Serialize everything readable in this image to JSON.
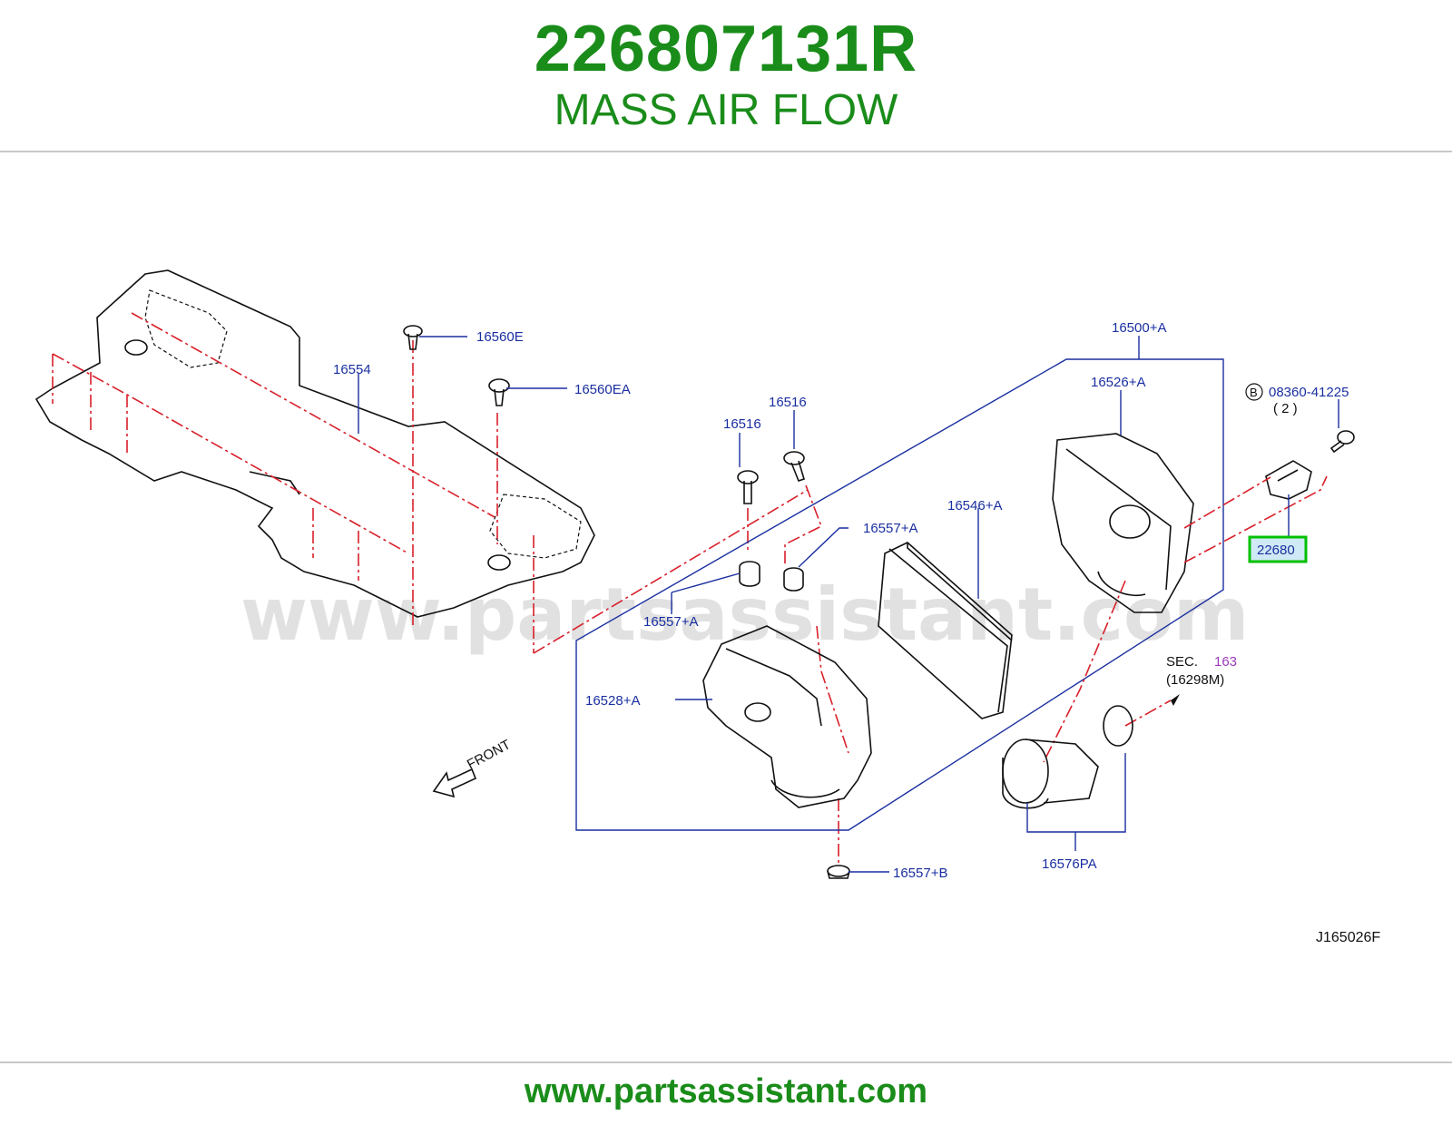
{
  "header": {
    "part_number": "226807131R",
    "part_name": "MASS AIR FLOW"
  },
  "footer": {
    "url": "www.partsassistant.com"
  },
  "watermark": "www.partsassistant.com",
  "colors": {
    "accent_green": "#1a8c1a",
    "label_blue": "#1a2fa0",
    "exploded_red": "#d8202a",
    "highlight_box": "#00c000",
    "sec_purple": "#9a3bb8"
  },
  "diagram": {
    "callouts": {
      "p16554": "16554",
      "p16560E": "16560E",
      "p16560EA": "16560EA",
      "p16516_a": "16516",
      "p16516_b": "16516",
      "p16557A_top": "16557+A",
      "p16557A_left": "16557+A",
      "p16546A": "16546+A",
      "p16500A": "16500+A",
      "p16526A": "16526+A",
      "p16528A": "16528+A",
      "p16557B": "16557+B",
      "p16576PA": "16576PA",
      "p22680": "22680",
      "bolt_ref": "08360-41225",
      "bolt_qty": "( 2 )",
      "bolt_marker": "B"
    },
    "sec_ref": {
      "prefix": "SEC.",
      "number": "163",
      "sub": "(16298M)"
    },
    "front_label": "FRONT",
    "drawing_code": "J165026F"
  }
}
